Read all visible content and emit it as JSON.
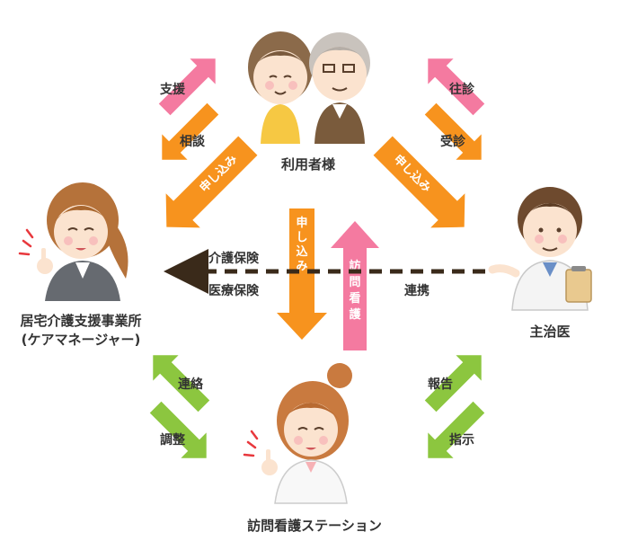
{
  "nodes": {
    "user": {
      "label": "利用者様"
    },
    "care_manager": {
      "label_line1": "居宅介護支援事業所",
      "label_line2": "(ケアマネージャー)"
    },
    "doctor": {
      "label": "主治医"
    },
    "nurse_station": {
      "label": "訪問看護ステーション"
    }
  },
  "edges": {
    "support": "支援",
    "consult": "相談",
    "apply_left": "申し込み",
    "house_call": "往診",
    "consultation": "受診",
    "apply_right": "申し込み",
    "apply_center": "申し込み",
    "visit_nursing": "訪問看護",
    "care_insurance": "介護保険",
    "medical_insurance": "医療保険",
    "cooperation": "連携",
    "contact": "連絡",
    "adjust": "調整",
    "report": "報告",
    "instruction": "指示"
  },
  "colors": {
    "pink": "#f47aa0",
    "orange": "#f7931e",
    "green": "#8cc63f",
    "dark_dashed": "#3a2a1a",
    "text": "#333333"
  }
}
